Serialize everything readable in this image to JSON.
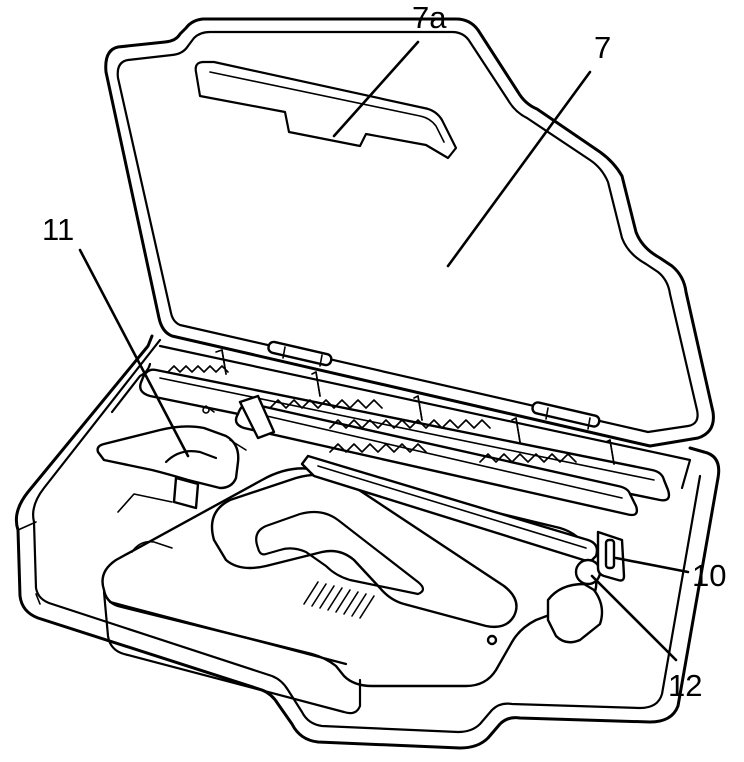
{
  "callouts": {
    "label_7a": "7a",
    "label_7": "7",
    "label_11": "11",
    "label_10": "10",
    "label_12": "12"
  },
  "colors": {
    "line": "#000000",
    "background": "#ffffff"
  }
}
